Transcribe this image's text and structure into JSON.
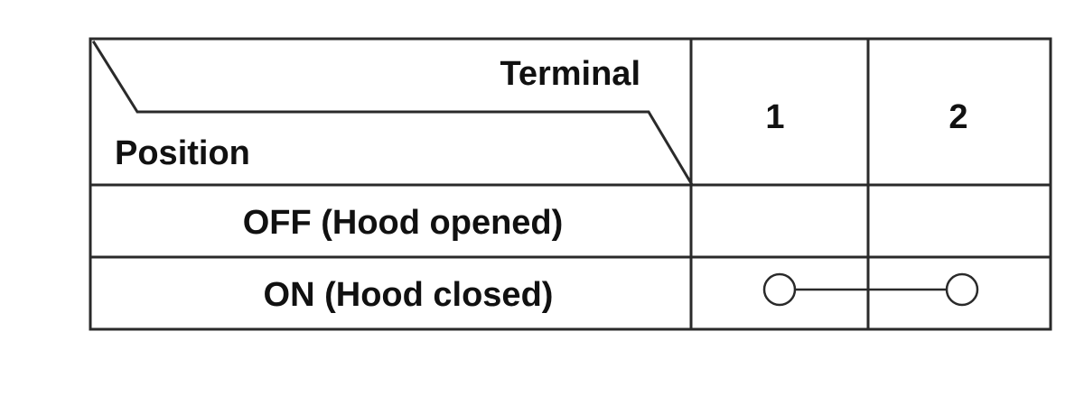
{
  "header": {
    "terminal_label": "Terminal",
    "position_label": "Position",
    "terminals": [
      "1",
      "2"
    ]
  },
  "rows": [
    {
      "position": "OFF (Hood opened)",
      "connection": null
    },
    {
      "position": "ON (Hood closed)",
      "connection": [
        "1",
        "2"
      ]
    }
  ],
  "colors": {
    "line": "#2a2a2a",
    "text": "#111111",
    "background": "#ffffff"
  }
}
